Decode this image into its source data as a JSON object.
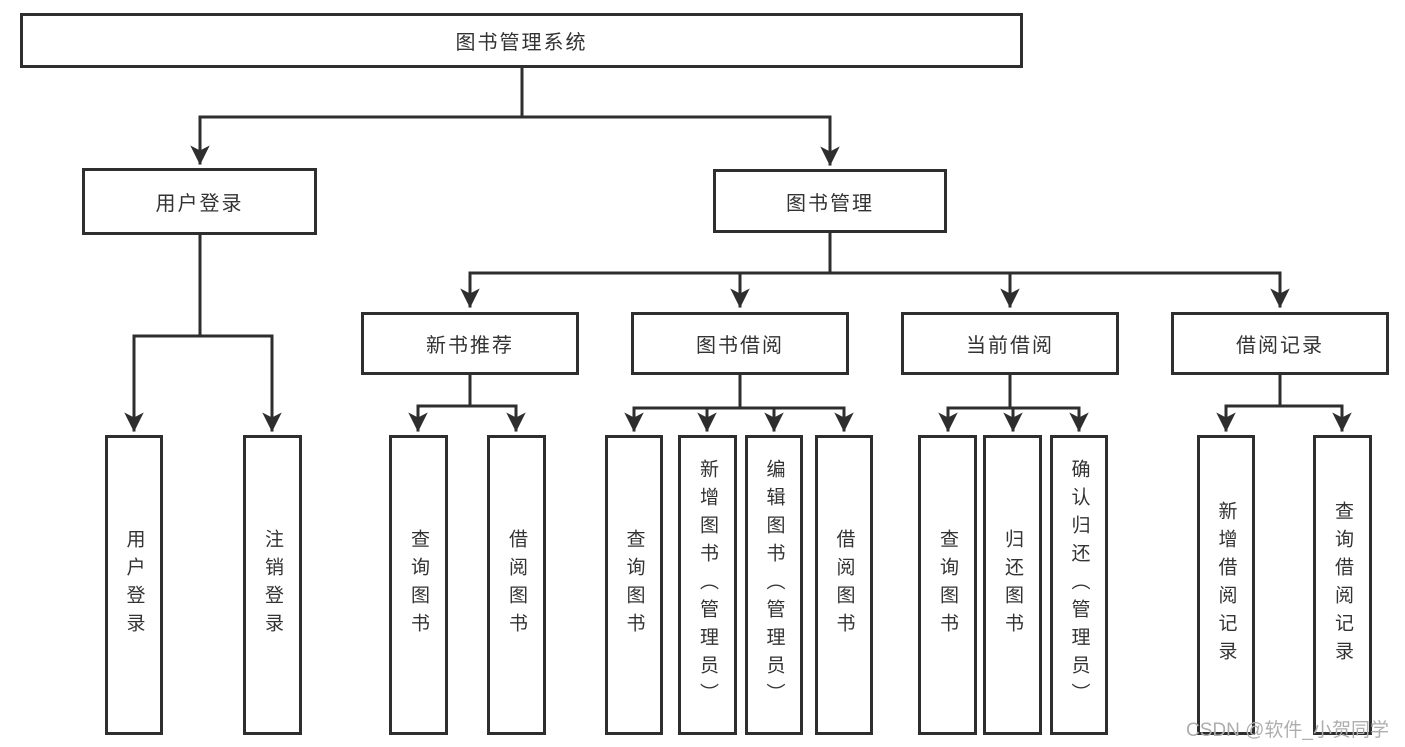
{
  "nodes": {
    "root": {
      "label": "图书管理系统"
    },
    "level2": [
      {
        "label": "用户登录"
      },
      {
        "label": "图书管理"
      }
    ],
    "level3": [
      {
        "label": "新书推荐"
      },
      {
        "label": "图书借阅"
      },
      {
        "label": "当前借阅"
      },
      {
        "label": "借阅记录"
      }
    ],
    "leaves": [
      {
        "label": "用户登录"
      },
      {
        "label": "注销登录"
      },
      {
        "label": "查询图书"
      },
      {
        "label": "借阅图书"
      },
      {
        "label": "查询图书"
      },
      {
        "label": "新增图书（管理员）"
      },
      {
        "label": "编辑图书（管理员）"
      },
      {
        "label": "借阅图书"
      },
      {
        "label": "查询图书"
      },
      {
        "label": "归还图书"
      },
      {
        "label": "确认归还（管理员）"
      },
      {
        "label": "新增借阅记录"
      },
      {
        "label": "查询借阅记录"
      }
    ]
  },
  "watermark": {
    "text": "CSDN @软件_小贺同学"
  },
  "colors": {
    "stroke": "#2e2e2e",
    "text": "#333333",
    "watermark": "#aeaeae",
    "background": "#ffffff"
  }
}
